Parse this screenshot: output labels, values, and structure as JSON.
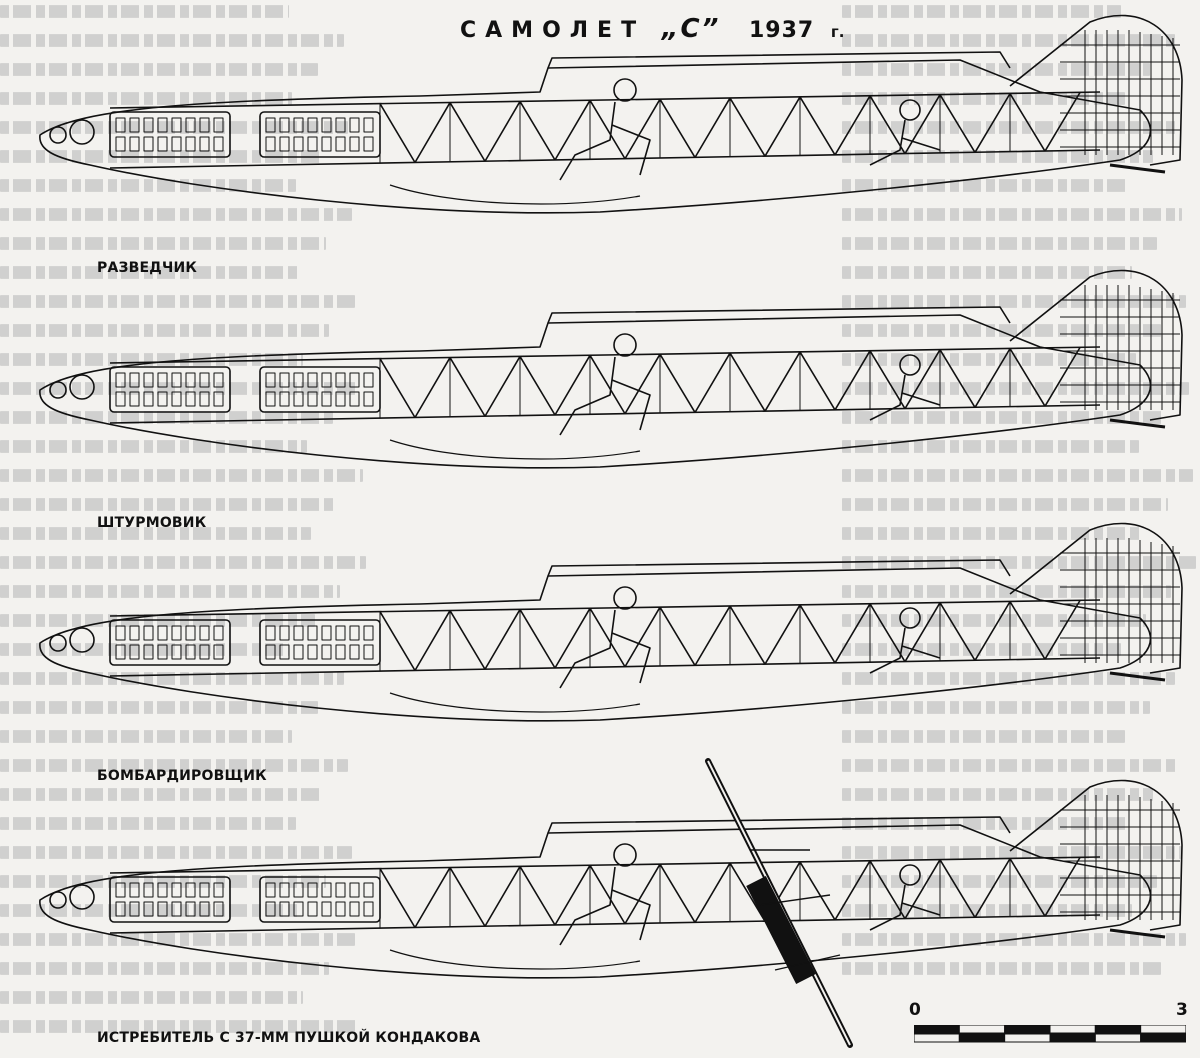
{
  "title": {
    "main": "САМОЛЕТ",
    "designation": "„С”",
    "year": "1937",
    "year_suffix": "г."
  },
  "variants": [
    {
      "label": "РАЗВЕДЧИК"
    },
    {
      "label": "ШТУРМОВИК"
    },
    {
      "label": "БОМБАРДИРОВЩИК"
    },
    {
      "label": "ИСТРЕБИТЕЛЬ С 37-ММ ПУШКОЙ КОНДАКОВА"
    }
  ],
  "scale": {
    "start_label": "0",
    "end_label": "3",
    "segments": 6
  },
  "colors": {
    "ink": "#111111",
    "paper": "#f3f2ef",
    "faded_text": "#b5b5b5"
  }
}
